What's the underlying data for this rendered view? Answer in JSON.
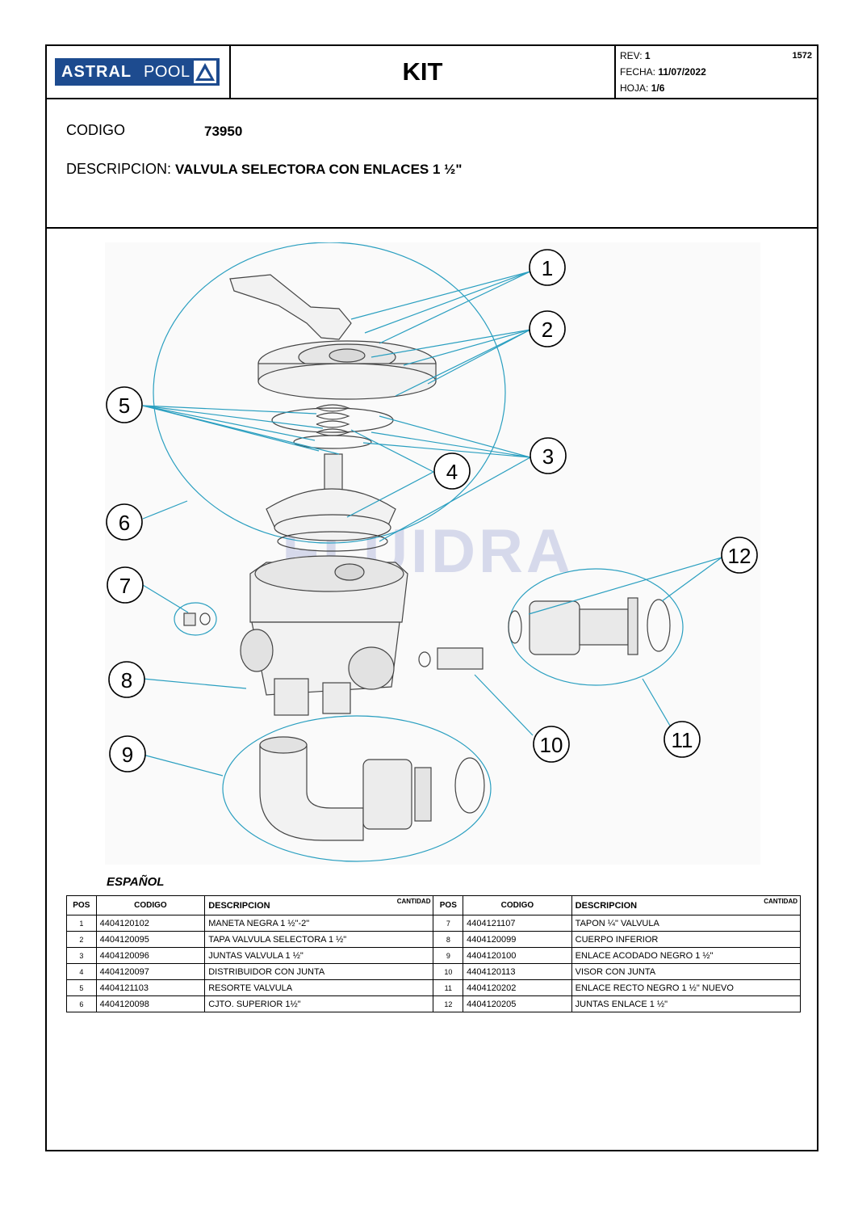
{
  "header": {
    "logo_bold": "ASTRAL",
    "logo_light": "POOL",
    "title": "KIT",
    "rev_label": "REV:",
    "rev_value": "1",
    "fecha_label": "FECHA:",
    "fecha_value": "11/07/2022",
    "hoja_label": "HOJA:",
    "hoja_value": "1/6",
    "doc_number": "1572"
  },
  "info": {
    "code_label": "CODIGO",
    "code_value": "73950",
    "desc_label": "DESCRIPCION:",
    "desc_value": "VALVULA SELECTORA CON ENLACES 1 ½\""
  },
  "diagram": {
    "watermark": "FLUIDRA",
    "callouts": [
      "1",
      "2",
      "3",
      "4",
      "5",
      "6",
      "7",
      "8",
      "9",
      "10",
      "11",
      "12"
    ],
    "line_color": "#2a9fc0"
  },
  "table": {
    "language": "ESPAÑOL",
    "headers": {
      "pos": "POS",
      "codigo": "CODIGO",
      "descripcion": "DESCRIPCION",
      "cantidad": "CANTIDAD"
    },
    "left_rows": [
      {
        "pos": "1",
        "code": "4404120102",
        "desc": "MANETA NEGRA 1 ½\"-2\""
      },
      {
        "pos": "2",
        "code": "4404120095",
        "desc": "TAPA VALVULA SELECTORA 1 ½\""
      },
      {
        "pos": "3",
        "code": "4404120096",
        "desc": "JUNTAS VALVULA 1 ½\""
      },
      {
        "pos": "4",
        "code": "4404120097",
        "desc": "DISTRIBUIDOR CON JUNTA"
      },
      {
        "pos": "5",
        "code": "4404121103",
        "desc": "RESORTE VALVULA"
      },
      {
        "pos": "6",
        "code": "4404120098",
        "desc": "CJTO. SUPERIOR 1½\""
      }
    ],
    "right_rows": [
      {
        "pos": "7",
        "code": "4404121107",
        "desc": "TAPON ¼\" VALVULA"
      },
      {
        "pos": "8",
        "code": "4404120099",
        "desc": "CUERPO INFERIOR"
      },
      {
        "pos": "9",
        "code": "4404120100",
        "desc": "ENLACE ACODADO NEGRO 1 ½\""
      },
      {
        "pos": "10",
        "code": "4404120113",
        "desc": "VISOR CON JUNTA"
      },
      {
        "pos": "11",
        "code": "4404120202",
        "desc": "ENLACE RECTO NEGRO 1 ½\" NUEVO"
      },
      {
        "pos": "12",
        "code": "4404120205",
        "desc": "JUNTAS ENLACE 1 ½\""
      }
    ]
  }
}
